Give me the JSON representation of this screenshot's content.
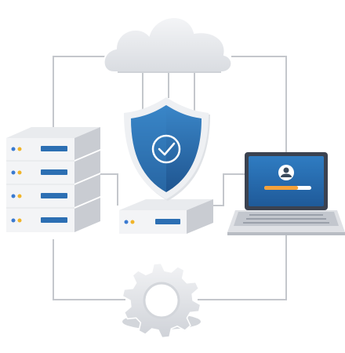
{
  "scene": {
    "elements": [
      "cloud",
      "server-rack",
      "security-shield",
      "server-unit",
      "laptop",
      "gear"
    ]
  },
  "laptop": {
    "login_progress": 0.72
  },
  "shield": {
    "status": "verified"
  },
  "colors": {
    "accent_blue": "#2c6fb3",
    "dark_blue": "#1f5590",
    "light_blue": "#3a86c8",
    "cloud_gray": "#e6e8ec",
    "server_face": "#f1f2f4",
    "server_side": "#c9ccd2",
    "progress_orange": "#f5a23a",
    "indicator_yellow": "#f0b429",
    "indicator_blue": "#3a7ad0",
    "line": "#c4c7cc"
  }
}
